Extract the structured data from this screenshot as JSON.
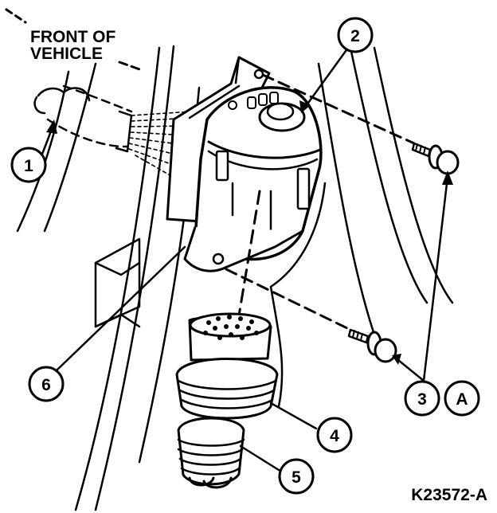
{
  "header": {
    "line1": "FRONT OF",
    "line2": "VEHICLE"
  },
  "callouts": {
    "c1": "1",
    "c2": "2",
    "c3": "3",
    "cA": "A",
    "c4": "4",
    "c5": "5",
    "c6": "6"
  },
  "figure_id": "K23572-A"
}
